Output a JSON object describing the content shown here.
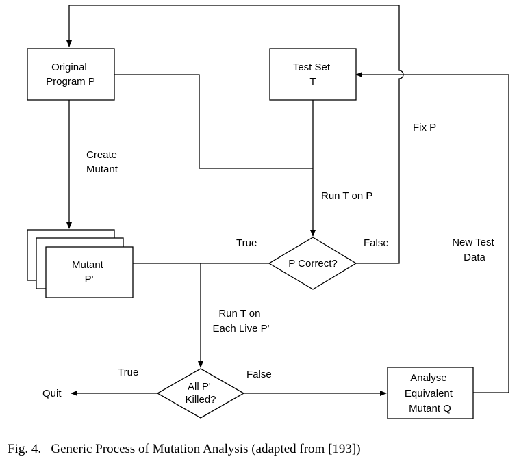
{
  "nodes": {
    "original_program": [
      "Original",
      "Program P"
    ],
    "test_set": [
      "Test Set",
      "T"
    ],
    "mutant": [
      "Mutant",
      "P'"
    ],
    "p_correct": [
      "P Correct?"
    ],
    "all_killed": [
      "All P'",
      "Killed?"
    ],
    "analyse": [
      "Analyse",
      "Equivalent",
      "Mutant Q"
    ]
  },
  "edge_labels": {
    "create_mutant": [
      "Create",
      "Mutant"
    ],
    "run_t_on_p": [
      "Run T on P"
    ],
    "fix_p": [
      "Fix P"
    ],
    "new_test_data": [
      "New Test",
      "Data"
    ],
    "true_correct": [
      "True"
    ],
    "false_correct": [
      "False"
    ],
    "run_t_each": [
      "Run T on",
      "Each Live P'"
    ],
    "true_killed": [
      "True"
    ],
    "false_killed": [
      "False"
    ],
    "quit": [
      "Quit"
    ]
  },
  "caption": {
    "label": "Fig. 4.",
    "text": "Generic Process of Mutation Analysis (adapted from [193])"
  }
}
